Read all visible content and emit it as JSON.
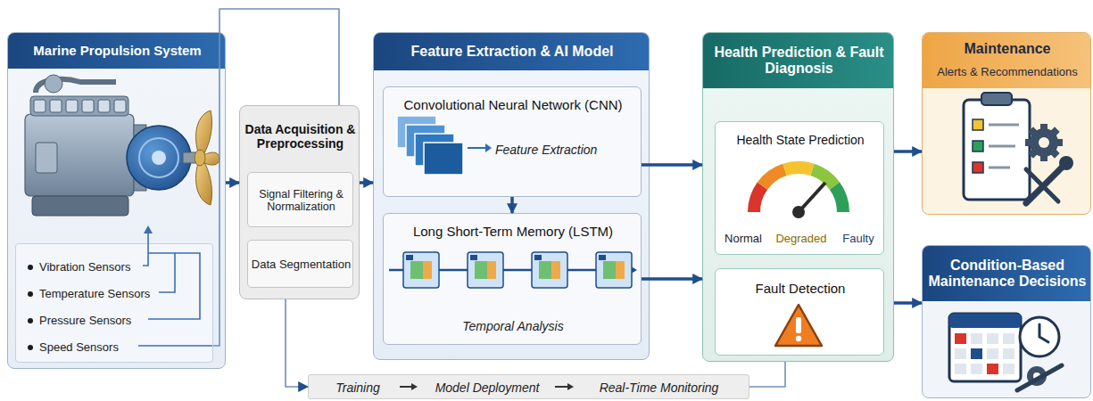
{
  "diagram": {
    "nodes": [
      {
        "text": [
          "Marine Propulsion System"
        ]
      },
      {
        "text": [
          "Vibration Sensors",
          "Temperature Sensors",
          "Pressure Sensors",
          "Speed Sensors"
        ],
        "in": 0
      },
      {
        "text": [
          "Data Acquisition & Preprocessing"
        ]
      },
      {
        "text": [
          "Signal Filtering & Normalization"
        ],
        "in": 2
      },
      {
        "text": [
          "Data Segmentation"
        ],
        "in": 2
      },
      {
        "text": [
          "Feature Extraction & AI Model"
        ]
      },
      {
        "text": [
          "Convolutional Neural Network (CNN)",
          "Feature Extraction"
        ],
        "in": 5
      },
      {
        "text": [
          "Long Short-Term Memory (LSTM)",
          "Temporal Analysis"
        ],
        "in": 5
      },
      {
        "text": [
          "Health Prediction & Fault Diagnosis"
        ]
      },
      {
        "text": [
          "Health State Prediction",
          "Normal",
          "Degraded",
          "Faulty"
        ],
        "in": 8
      },
      {
        "text": [
          "Fault Detection"
        ],
        "in": 8
      },
      {
        "text": [
          "Maintenance",
          "Alerts & Recommendations"
        ]
      },
      {
        "text": [
          "Condition-Based Maintenance Decisions"
        ]
      },
      {
        "text": [
          "Training",
          "Model Deployment",
          "Real-Time Monitoring"
        ]
      }
    ],
    "edges": [
      {
        "from": 0,
        "to": 2,
        "arrow": "to"
      },
      {
        "from": 1,
        "to": 2,
        "arrow": "none"
      },
      {
        "from": 2,
        "to": 5,
        "arrow": "to"
      },
      {
        "from": 6,
        "to": 7,
        "arrow": "to"
      },
      {
        "from": 6,
        "to": 8,
        "arrow": "to"
      },
      {
        "from": 7,
        "to": 8,
        "arrow": "to"
      },
      {
        "from": 8,
        "to": 11,
        "arrow": "to"
      },
      {
        "from": 8,
        "to": 12,
        "arrow": "to"
      },
      {
        "from": 2,
        "to": 13,
        "arrow": "to"
      },
      {
        "from": 13,
        "to": 8,
        "arrow": "none"
      }
    ]
  }
}
